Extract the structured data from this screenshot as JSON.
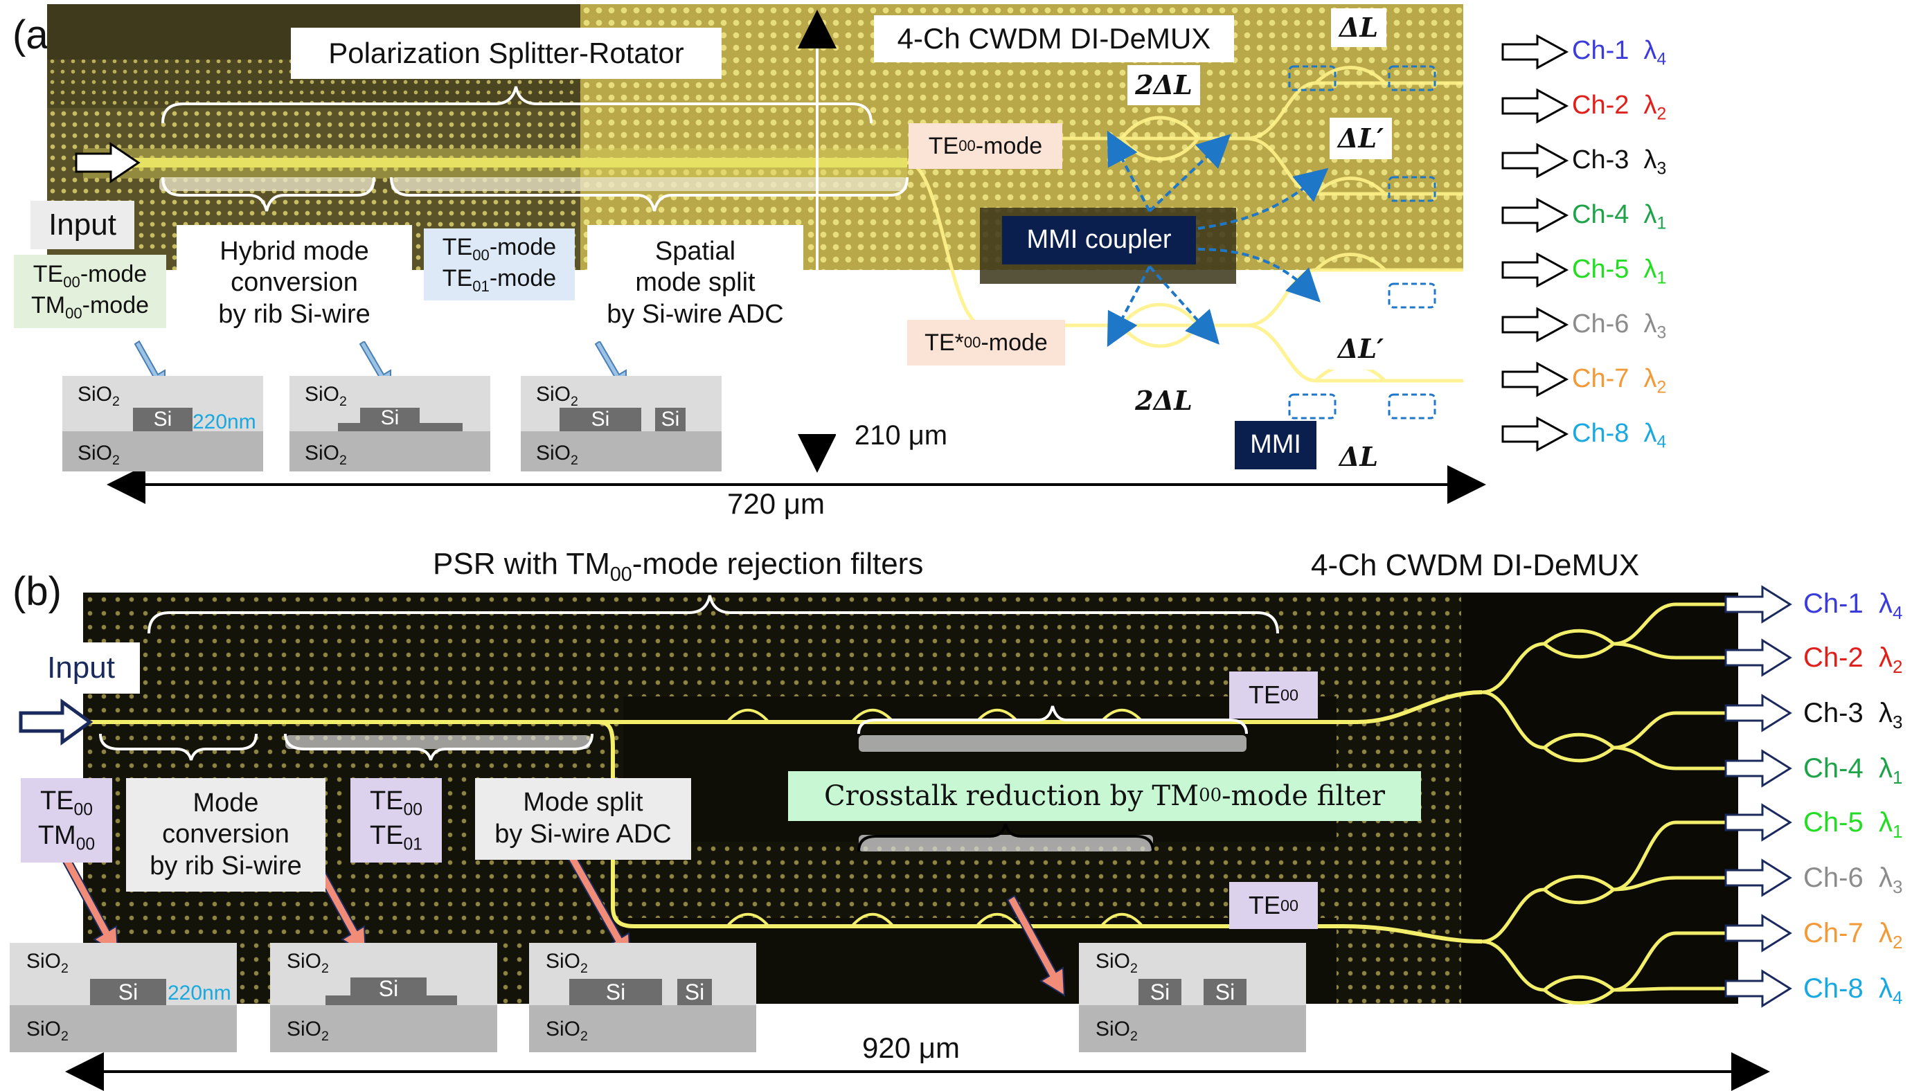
{
  "panel_a": {
    "label": "(a)",
    "titles": {
      "psr": "Polarization Splitter-Rotator",
      "demux": "4-Ch CWDM DI-DeMUX"
    },
    "input_label": "Input",
    "input_modes": [
      "TE00-mode",
      "TM00-mode"
    ],
    "hybrid_label": [
      "Hybrid mode",
      "conversion",
      "by rib Si-wire"
    ],
    "te_modes": [
      "TE00-mode",
      "TE01-mode"
    ],
    "spatial_label": [
      "Spatial",
      "mode split",
      "by Si-wire ADC"
    ],
    "te00_label": "TE00-mode",
    "te00star_label": "TE*00-mode",
    "mmi_coupler": "MMI coupler",
    "mmi": "MMI",
    "delays": [
      "2ΔL",
      "ΔL",
      "ΔL′",
      "ΔL′",
      "2ΔL",
      "ΔL"
    ],
    "height_dim": "210 μm",
    "width_dim": "720 μm",
    "xsec": {
      "sio2": "SiO2",
      "si": "Si",
      "thickness": "220nm"
    },
    "channels": [
      {
        "ch": "Ch-1",
        "lam": "λ4",
        "color": "#3b3bdc"
      },
      {
        "ch": "Ch-2",
        "lam": "λ2",
        "color": "#e0201b"
      },
      {
        "ch": "Ch-3",
        "lam": "λ3",
        "color": "#111111"
      },
      {
        "ch": "Ch-4",
        "lam": "λ1",
        "color": "#1fa34a"
      },
      {
        "ch": "Ch-5",
        "lam": "λ1",
        "color": "#22dd22"
      },
      {
        "ch": "Ch-6",
        "lam": "λ3",
        "color": "#8c8c8c"
      },
      {
        "ch": "Ch-7",
        "lam": "λ2",
        "color": "#f39a38"
      },
      {
        "ch": "Ch-8",
        "lam": "λ4",
        "color": "#1aa8e0"
      }
    ]
  },
  "panel_b": {
    "label": "(b)",
    "titles": {
      "psr": "PSR with TM00-mode rejection filters",
      "demux": "4-Ch CWDM DI-DeMUX"
    },
    "input_label": "Input",
    "input_modes": [
      "TE00",
      "TM00"
    ],
    "mode_conv_label": [
      "Mode",
      "conversion",
      "by rib Si-wire"
    ],
    "te_modes": [
      "TE00",
      "TE01"
    ],
    "mode_split_label": [
      "Mode split",
      "by Si-wire ADC"
    ],
    "crosstalk_label": "Crosstalk reduction by TM00-mode filter",
    "te00_top": "TE00",
    "te00_bottom": "TE00",
    "width_dim": "920 μm",
    "xsec": {
      "sio2": "SiO2",
      "si": "Si",
      "thickness": "220nm"
    },
    "channels": [
      {
        "ch": "Ch-1",
        "lam": "λ4",
        "color": "#3b3bdc"
      },
      {
        "ch": "Ch-2",
        "lam": "λ2",
        "color": "#e0201b"
      },
      {
        "ch": "Ch-3",
        "lam": "λ3",
        "color": "#111111"
      },
      {
        "ch": "Ch-4",
        "lam": "λ1",
        "color": "#1fa34a"
      },
      {
        "ch": "Ch-5",
        "lam": "λ1",
        "color": "#22dd22"
      },
      {
        "ch": "Ch-6",
        "lam": "λ3",
        "color": "#8c8c8c"
      },
      {
        "ch": "Ch-7",
        "lam": "λ2",
        "color": "#f39a38"
      },
      {
        "ch": "Ch-8",
        "lam": "λ4",
        "color": "#1aa8e0"
      }
    ]
  },
  "colors": {
    "navy": "#0b1f4f",
    "chip_a": "#4b4522",
    "chip_b": "#141309",
    "waveguide": "#f3ef6a",
    "blue_arrow": "#9cc3e6",
    "pink_arrow": "#f08c78",
    "dashed": "#1f77c8"
  }
}
